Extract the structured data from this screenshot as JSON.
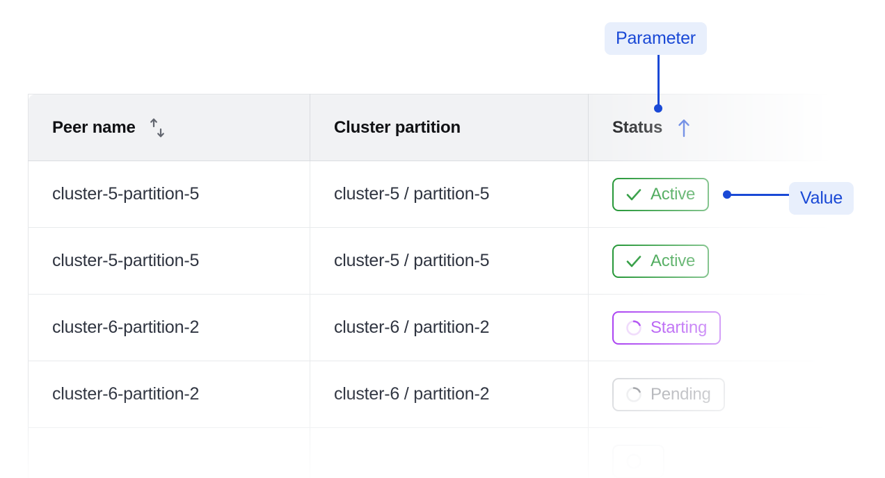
{
  "table": {
    "columns": [
      {
        "label": "Peer name",
        "sort_icon": "sort-both-icon",
        "sort_state": "none"
      },
      {
        "label": "Cluster partition",
        "sort_icon": null,
        "sort_state": "none"
      },
      {
        "label": "Status",
        "sort_icon": "sort-up-icon",
        "sort_state": "ascending"
      }
    ],
    "rows": [
      {
        "peer_name": "cluster-5-partition-5",
        "cluster_partition": "cluster-5 / partition-5",
        "status": "Active",
        "status_kind": "active",
        "dim": false
      },
      {
        "peer_name": "cluster-5-partition-5",
        "cluster_partition": "cluster-5 / partition-5",
        "status": "Active",
        "status_kind": "active",
        "dim": false
      },
      {
        "peer_name": "cluster-6-partition-2",
        "cluster_partition": "cluster-6 / partition-2",
        "status": "Starting",
        "status_kind": "starting",
        "dim": false
      },
      {
        "peer_name": "cluster-6-partition-2",
        "cluster_partition": "cluster-6 / partition-2",
        "status": "Pending",
        "status_kind": "pending",
        "dim": true
      },
      {
        "peer_name": "",
        "cluster_partition": "",
        "status": "",
        "status_kind": "ghost",
        "dim": true
      }
    ]
  },
  "annotations": {
    "parameter": {
      "label": "Parameter",
      "points_to": "status-column-header"
    },
    "value": {
      "label": "Value",
      "points_to": "status-badge-row-1"
    }
  },
  "colors": {
    "annotation_blue": "#1a49d6",
    "annotation_bg": "#e8effc",
    "active_green": "#0a8a1e",
    "starting_purple": "#a02bf0",
    "pending_gray": "#9a9ca2",
    "header_bg": "#f1f2f4",
    "text_primary": "#2f3440",
    "text_dim": "#a9abb1"
  }
}
